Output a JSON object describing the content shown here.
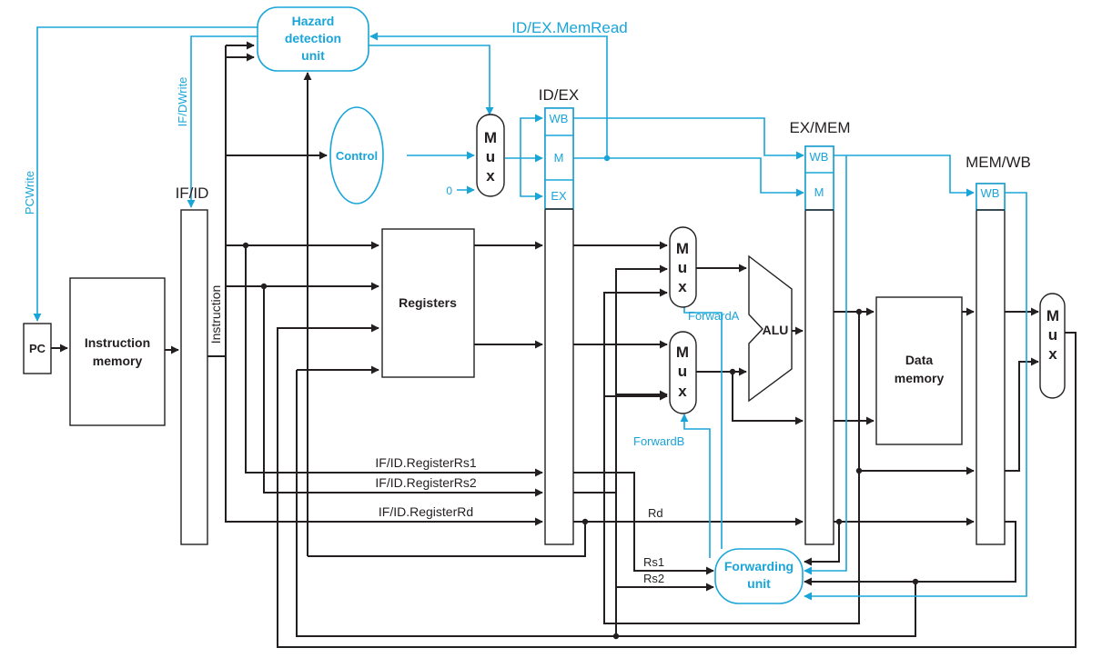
{
  "colors": {
    "line": "#231f20",
    "accent": "#1aa5d9"
  },
  "blocks": {
    "pc": "PC",
    "instruction_memory": [
      "Instruction",
      "memory"
    ],
    "registers": "Registers",
    "data_memory": [
      "Data",
      "memory"
    ],
    "alu": "ALU",
    "control": "Control",
    "hazard_detection_unit": [
      "Hazard",
      "detection",
      "unit"
    ],
    "forwarding_unit": [
      "Forwarding",
      "unit"
    ],
    "mux": [
      "M",
      "u",
      "x"
    ]
  },
  "pipeline_registers": {
    "if_id": "IF/ID",
    "id_ex": "ID/EX",
    "ex_mem": "EX/MEM",
    "mem_wb": "MEM/WB"
  },
  "fields": {
    "wb": "WB",
    "m": "M",
    "ex": "EX"
  },
  "signals": {
    "id_ex_memread": "ID/EX.MemRead",
    "if_d_write": "IF/DWrite",
    "pc_write": "PCWrite",
    "instruction": "Instruction",
    "forward_a": "ForwardA",
    "forward_b": "ForwardB",
    "zero_input": "0",
    "if_id_register_rs1": "IF/ID.RegisterRs1",
    "if_id_register_rs2": "IF/ID.RegisterRs2",
    "if_id_register_rd": "IF/ID.RegisterRd",
    "rd": "Rd",
    "rs1": "Rs1",
    "rs2": "Rs2"
  }
}
